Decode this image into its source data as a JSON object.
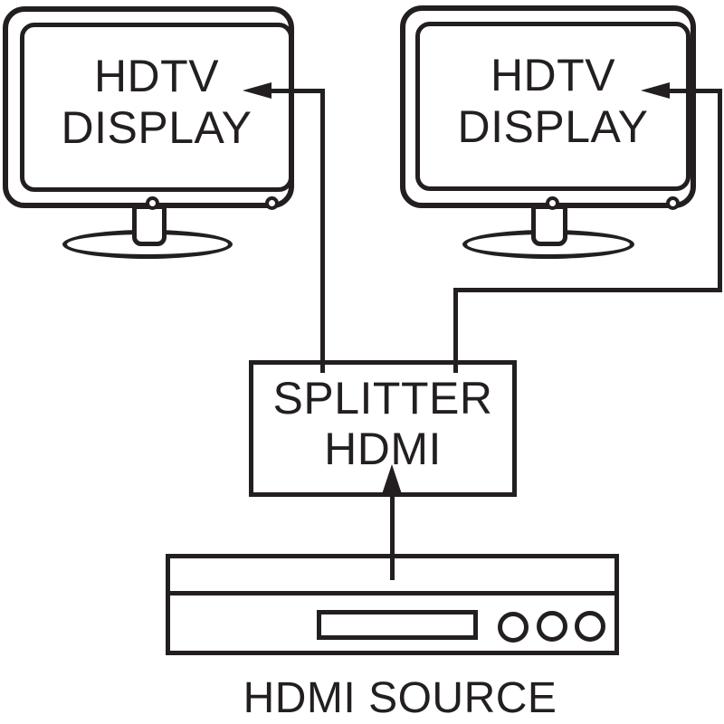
{
  "diagram": {
    "title_none_visible": "",
    "displays": [
      {
        "id": "display-1",
        "line1": "HDTV",
        "line2": "DISPLAY"
      },
      {
        "id": "display-2",
        "line1": "HDTV",
        "line2": "DISPLAY"
      }
    ],
    "splitter": {
      "line1": "SPLITTER",
      "line2": "HDMI"
    },
    "source": {
      "label": "HDMI SOURCE"
    },
    "connections": [
      {
        "from": "splitter",
        "to": "display-1",
        "type": "arrow"
      },
      {
        "from": "splitter",
        "to": "display-2",
        "type": "arrow"
      },
      {
        "from": "source",
        "to": "splitter",
        "type": "arrow"
      }
    ],
    "colors": {
      "ink": "#231f20",
      "background": "#ffffff"
    }
  }
}
